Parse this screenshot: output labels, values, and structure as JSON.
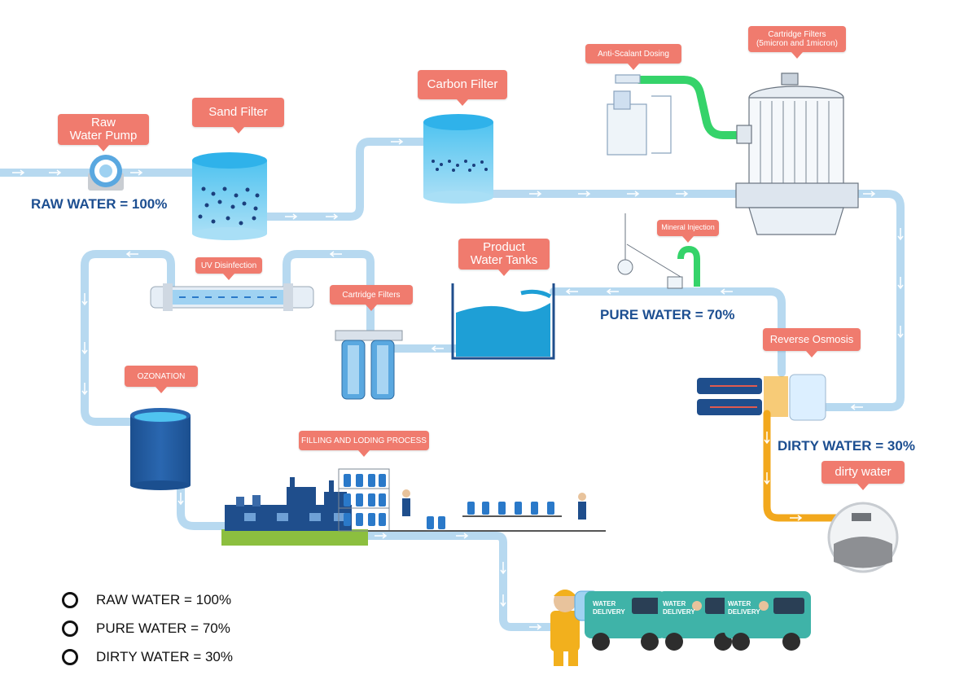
{
  "callouts": {
    "raw_water_pump": "Raw\nWater Pump",
    "sand_filter": "Sand Filter",
    "carbon_filter": "Carbon Filter",
    "anti_scalant": "Anti-Scalant Dosing",
    "cartridge_filters_top": "Cartridge Filters\n(5micron and 1micron)",
    "mineral_injection": "Mineral Injection",
    "product_tanks": "Product\nWater Tanks",
    "uv": "UV Disinfection",
    "cartridge_filters_mid": "Cartridge Filters",
    "reverse_osmosis": "Reverse Osmosis",
    "ozonation": "OZONATION",
    "filling": "FILLING AND LODING PROCESS",
    "dirty_water": "dirty water"
  },
  "flow_labels": {
    "raw": "RAW WATER  = 100%",
    "pure": "PURE WATER = 70%",
    "dirty": "DIRTY WATER = 30%"
  },
  "legend": [
    {
      "text": "RAW WATER  = 100%"
    },
    {
      "text": "PURE WATER  = 70%"
    },
    {
      "text": "DIRTY WATER  = 30%"
    }
  ],
  "van_text": [
    "WATER",
    "DELIVERY"
  ],
  "colors": {
    "pipe": "#b7d9f0",
    "pipe_edge": "#9cc8e8",
    "callout": "#f07b6e",
    "label": "#1d4f91",
    "dirty_pipe": "#f2a81d",
    "green_pipe": "#35d36a",
    "van": "#3fb3a8",
    "tank_blue": "#1e9fd6",
    "navy": "#1f4e8c"
  }
}
